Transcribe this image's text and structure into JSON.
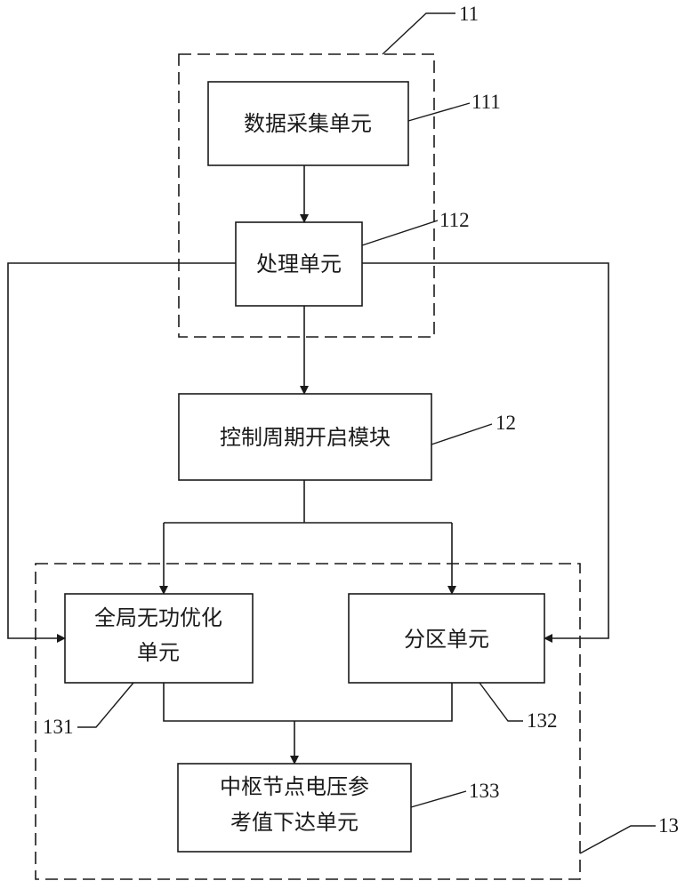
{
  "units": {
    "data_acquisition": {
      "label": "数据采集单元",
      "ref": "111"
    },
    "processing": {
      "label": "处理单元",
      "ref": "112"
    },
    "control_cycle": {
      "label": "控制周期开启模块",
      "ref": "12"
    },
    "global_reactive": {
      "label_line1": "全局无功优化",
      "label_line2": "单元",
      "ref": "131"
    },
    "partition": {
      "label": "分区单元",
      "ref": "132"
    },
    "pilot_voltage": {
      "label_line1": "中枢节点电压参",
      "label_line2": "考值下达单元",
      "ref": "133"
    }
  },
  "groups": {
    "upper": {
      "ref": "11"
    },
    "lower": {
      "ref": "13"
    }
  },
  "colors": {
    "line": "#1a1a1a",
    "background": "#ffffff"
  }
}
